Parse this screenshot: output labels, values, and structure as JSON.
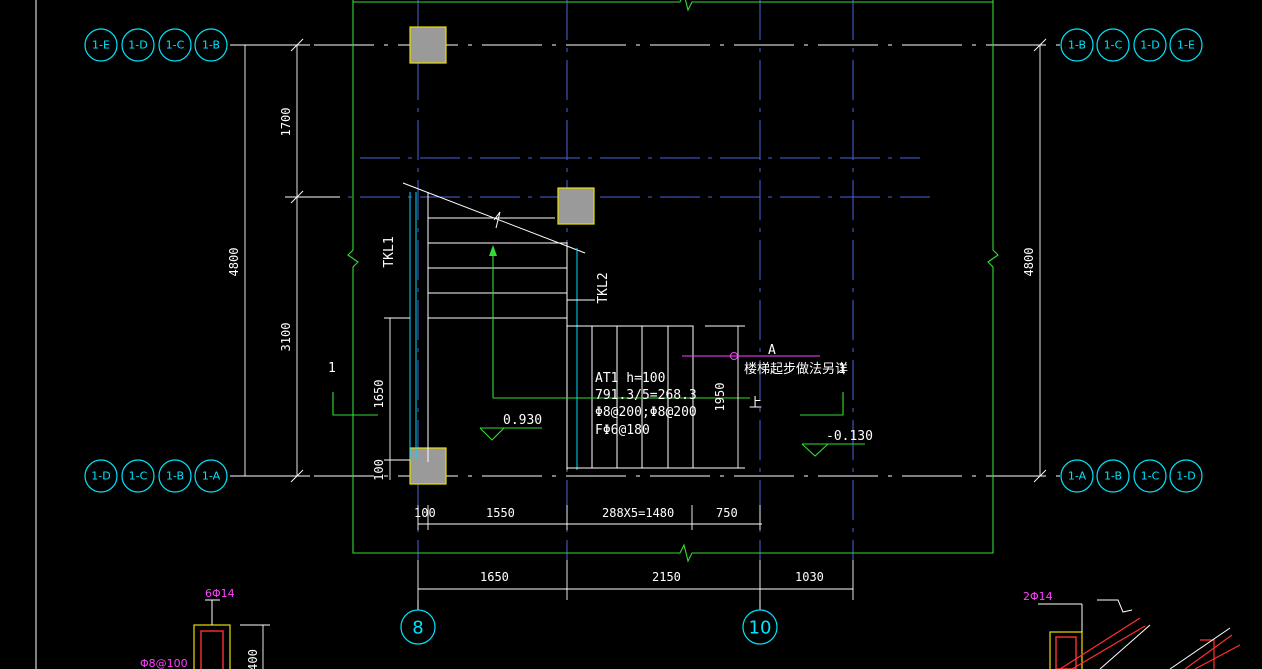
{
  "row_bubbles": {
    "top_left": [
      "1-E",
      "1-D",
      "1-C",
      "1-B"
    ],
    "top_right": [
      "1-B",
      "1-C",
      "1-D",
      "1-E"
    ],
    "bottom_left": [
      "1-D",
      "1-C",
      "1-B",
      "1-A"
    ],
    "bottom_right": [
      "1-A",
      "1-B",
      "1-C",
      "1-D"
    ]
  },
  "axis_bubbles": [
    "8",
    "10"
  ],
  "dimensions": {
    "left_1700": "1700",
    "left_3100": "3100",
    "left_4800": "4800",
    "right_4800": "4800",
    "d_1650_vert": "1650",
    "d_100_vert": "100",
    "bot1_100": "100",
    "bot1_1550": "1550",
    "bot1_steps": "288X5=1480",
    "bot1_750": "750",
    "bot2_1650": "1650",
    "bot2_2150": "2150",
    "bot2_1030": "1030",
    "d_1950": "1950"
  },
  "labels": {
    "tkl1": "TKL1",
    "tkl2": "TKL2",
    "section_left": "1",
    "section_right": "1",
    "level_0930": "0.930",
    "level_neg0130": "-0.130",
    "up_mark": "上",
    "arrow_a": "A",
    "stair_note": "楼梯起步做法另详",
    "stair_lines": [
      "AT1 h=100",
      "791.3/5=268.3",
      "Φ8@200;Φ8@200",
      "FΦ6@180"
    ],
    "rebar_left": "6Φ14",
    "rebar_left2": "Φ8@100",
    "dim_left_400": "400",
    "rebar_right": "2Φ14"
  },
  "colors": {
    "bubble": "#00e5ff",
    "column_fill": "#9a9a9a",
    "column_edge": "#e8e000",
    "green_border": "#33dd33",
    "grid_blue": "#4a63d6",
    "magenta": "#ff40ff"
  }
}
